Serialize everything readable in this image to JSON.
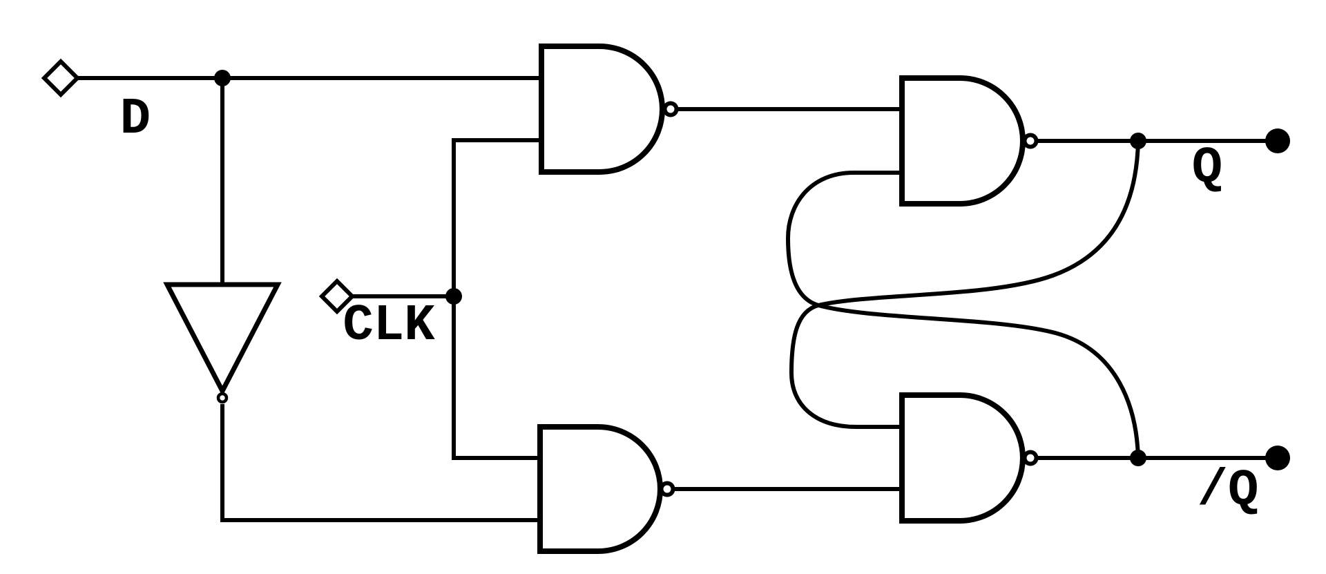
{
  "diagram": {
    "kind": "logic-circuit-schematic",
    "colors": {
      "background": "#ffffff",
      "line": "#000000"
    },
    "labels": {
      "d": "D",
      "clk": "CLK",
      "q": "Q",
      "qbar": "/Q"
    },
    "terminals": [
      {
        "name": "D",
        "role": "input",
        "symbol": "open-diamond"
      },
      {
        "name": "CLK",
        "role": "input",
        "symbol": "open-diamond"
      },
      {
        "name": "Q",
        "role": "output",
        "symbol": "filled-circle"
      },
      {
        "name": "/Q",
        "role": "output",
        "symbol": "filled-circle"
      }
    ],
    "gates": [
      {
        "id": "inverter",
        "symbol": "NOT",
        "inputs": [
          "D"
        ],
        "output_to": [
          "nand-bottom-left.lower-input"
        ]
      },
      {
        "id": "nand-top-left",
        "symbol": "NAND",
        "inputs": [
          "D",
          "CLK"
        ],
        "output_to": [
          "nand-top-right.upper-input"
        ]
      },
      {
        "id": "nand-bottom-left",
        "symbol": "NAND",
        "inputs": [
          "CLK",
          "inverter.output"
        ],
        "output_to": [
          "nand-bottom-right.lower-input"
        ]
      },
      {
        "id": "nand-top-right",
        "symbol": "NAND",
        "inputs": [
          "nand-top-left.output",
          "/Q-feedback"
        ],
        "output_to": [
          "Q",
          "nand-bottom-right.upper-input"
        ]
      },
      {
        "id": "nand-bottom-right",
        "symbol": "NAND",
        "inputs": [
          "Q-feedback",
          "nand-bottom-left.output"
        ],
        "output_to": [
          "/Q",
          "nand-top-right.lower-input"
        ]
      }
    ],
    "junction_dots": 4,
    "wire_crossings": 1
  }
}
